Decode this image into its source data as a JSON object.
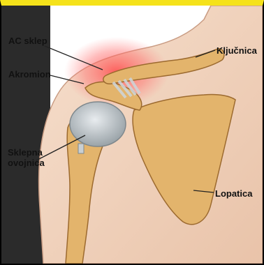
{
  "labels": {
    "ac_sklep": "AC sklep",
    "akromion": "Akromion",
    "sklepna_line1": "Sklepna",
    "sklepna_line2": "ovojnica",
    "kljucnica": "Ključnica",
    "lopatica": "Lopatica"
  },
  "colors": {
    "frame_top": "#f5e21a",
    "skin": "#f2d6c2",
    "bone": "#e3b46c",
    "highlight": "#ff6b6b"
  }
}
